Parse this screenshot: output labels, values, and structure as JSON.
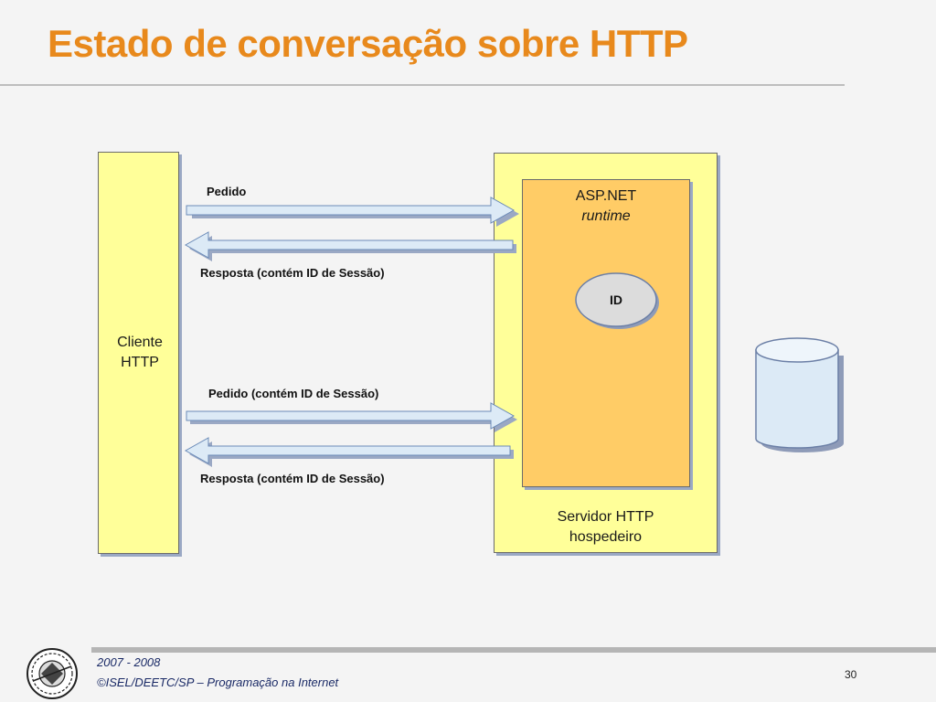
{
  "slide": {
    "title": "Estado de conversação sobre HTTP",
    "page_number": "30"
  },
  "diagram": {
    "client": {
      "line1": "Cliente",
      "line2": "HTTP"
    },
    "runtime": {
      "line1": "ASP.NET",
      "line2": "runtime"
    },
    "session_id": "ID",
    "server": {
      "line1": "Servidor HTTP",
      "line2": "hospedeiro"
    },
    "arrows": [
      {
        "label": "Pedido",
        "direction": "right"
      },
      {
        "label": "Resposta (contém ID de Sessão)",
        "direction": "left"
      },
      {
        "label": "Pedido (contém ID de Sessão)",
        "direction": "right"
      },
      {
        "label": "Resposta (contém ID de Sessão)",
        "direction": "left"
      }
    ]
  },
  "footer": {
    "years": "2007 - 2008",
    "credit": "©ISEL/DEETC/SP – Programação na Internet"
  },
  "colors": {
    "title": "#e8891c",
    "box_yellow": "#ffff99",
    "box_orange": "#ffcc66",
    "arrow_fill": "#dceaf6",
    "database_fill": "#dceaf6"
  }
}
